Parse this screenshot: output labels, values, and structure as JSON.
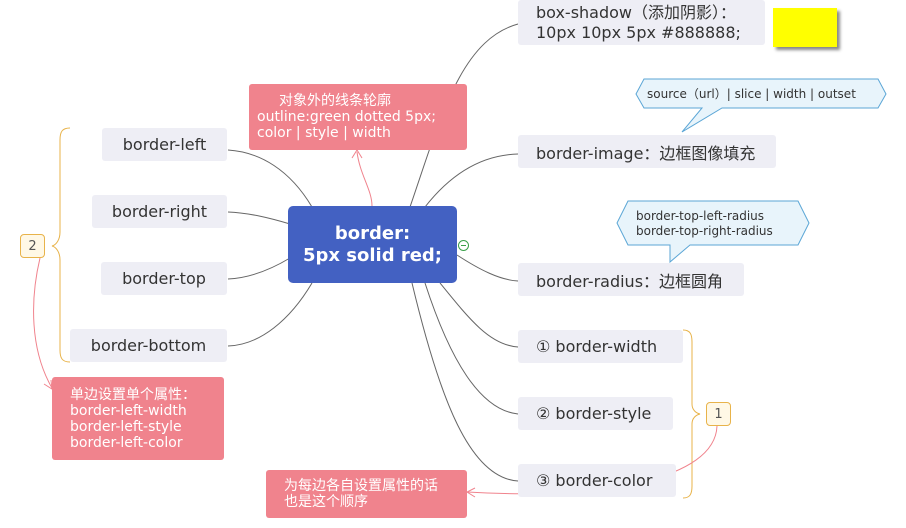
{
  "central": {
    "line1": "border:",
    "line2": "5px solid red;"
  },
  "left_nodes": [
    {
      "label": "border-left"
    },
    {
      "label": "border-right"
    },
    {
      "label": "border-top"
    },
    {
      "label": "border-bottom"
    }
  ],
  "right_nodes": {
    "box_shadow": {
      "line1": "box-shadow（添加阴影）：",
      "line2": "10px 10px 5px #888888;"
    },
    "border_image": {
      "label": "border-image：边框图像填充"
    },
    "border_radius": {
      "label": "border-radius：边框圆角"
    },
    "border_width": {
      "label": "① border-width"
    },
    "border_style": {
      "label": "② border-style"
    },
    "border_color": {
      "label": "③ border-color"
    }
  },
  "callouts": {
    "image": {
      "text": "source（url）| slice | width | outset"
    },
    "radius": {
      "line1": "border-top-left-radius",
      "line2": "border-top-right-radius"
    }
  },
  "notes": {
    "outline": {
      "line1": "对象外的线条轮廓",
      "line2": "outline:green dotted 5px;",
      "line3": "color | style | width"
    },
    "single": {
      "line1": "单边设置单个属性：",
      "line2": "border-left-width",
      "line3": "border-left-style",
      "line4": "border-left-color"
    },
    "order": {
      "line1": "为每边各自设置属性的话",
      "line2": "也是这个顺序"
    }
  },
  "badges": {
    "left": "2",
    "right": "1"
  },
  "colors": {
    "central": "#4361c2",
    "node": "#eeeef5",
    "note": "#f0838d",
    "bracket": "#e8b34a",
    "connector": "#666666",
    "note_arrow": "#f0838d",
    "shadow_sample": "#ffff00"
  },
  "icons": {
    "collapse": "collapse-minus-icon",
    "shadow": "shadow-sample-swatch"
  }
}
